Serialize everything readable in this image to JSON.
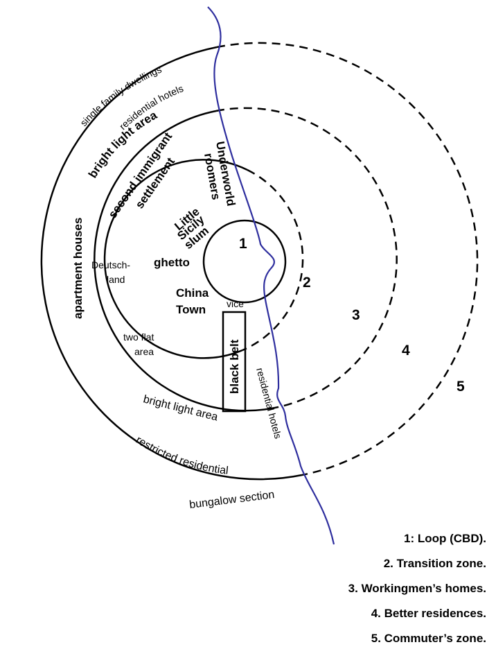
{
  "zones": {
    "z1": "1",
    "z2": "2",
    "z3": "3",
    "z4": "4",
    "z5": "5"
  },
  "labels": {
    "single_family": "single family dwellings",
    "residential_hotels_top": "residential hotels",
    "bright_light_top": "bright light area",
    "second_immigrant": "second immigrant",
    "settlement": "settlement",
    "underworld": "Underworld",
    "roomers": "roomers",
    "little": "Little",
    "sicily": "Sicily",
    "slum": "slum",
    "ghetto": "ghetto",
    "deutsch": "Deutsch-",
    "land": "land",
    "china": "China",
    "town": "Town",
    "vice": "vice",
    "two_flat": "two flat",
    "area": "area",
    "black_belt": "black belt",
    "apartment_houses": "apartment houses",
    "residential_hotels_side": "residential hotels",
    "bright_light_bottom": "bright light area",
    "restricted_residential": "restricted residential",
    "bungalow_section": "bungalow section"
  },
  "legend": [
    "1: Loop (CBD).",
    "2. Transition zone.",
    "3. Workingmen’s homes.",
    "4. Better residences.",
    "5. Commuter’s zone."
  ],
  "colors": {
    "river": "#2e2e9e",
    "lines": "#000000"
  }
}
